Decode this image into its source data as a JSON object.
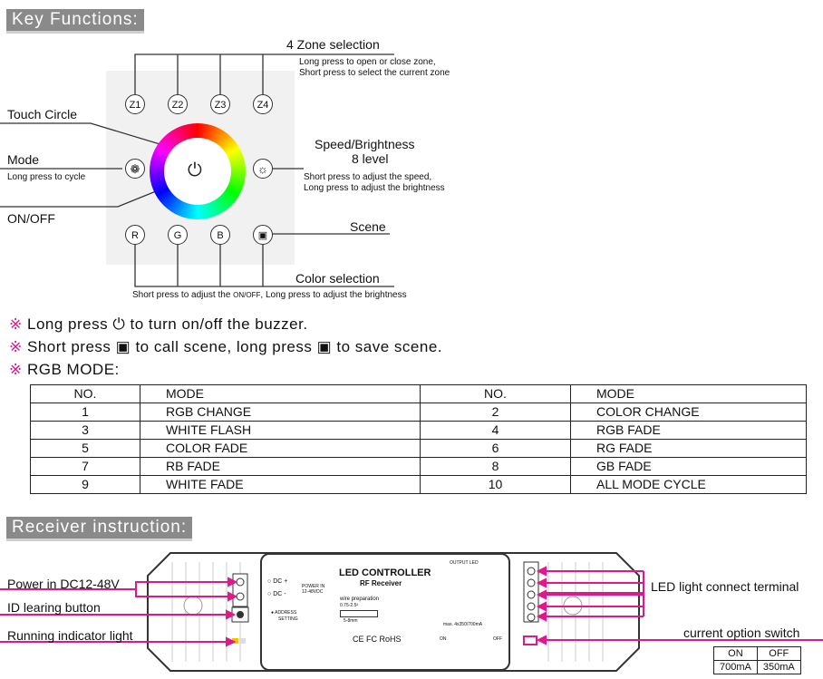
{
  "section1": {
    "title": "Key Functions:"
  },
  "labels": {
    "zone_title": "4 Zone selection",
    "zone_desc1": "Long press to open or close zone,",
    "zone_desc2": "Short press to select the current zone",
    "touch_circle": "Touch Circle",
    "mode": "Mode",
    "mode_desc": "Long press to cycle",
    "on_off": "ON/OFF",
    "speed_title1": "Speed/Brightness",
    "speed_title2": "8 level",
    "speed_desc1": "Short press to adjust the speed,",
    "speed_desc2": "Long press to adjust the brightness",
    "scene": "Scene",
    "color_title": "Color selection",
    "color_desc_a": "Short press to adjust the ",
    "color_desc_b": "ON/OFF",
    "color_desc_c": ", Long press to adjust the brightness"
  },
  "buttons": {
    "z1": "Z1",
    "z2": "Z2",
    "z3": "Z3",
    "z4": "Z4",
    "r": "R",
    "g": "G",
    "b": "B"
  },
  "notes": {
    "mark": "※",
    "n1_a": "Long press",
    "n1_b": "to turn on/off the buzzer.",
    "n2_a": "Short press",
    "n2_b": "to call scene, long press",
    "n2_c": "to save scene.",
    "n3": "RGB MODE:"
  },
  "table": {
    "headers": [
      "NO.",
      "MODE",
      "NO.",
      "MODE"
    ],
    "rows": [
      [
        "1",
        "RGB CHANGE",
        "2",
        "COLOR CHANGE"
      ],
      [
        "3",
        "WHITE FLASH",
        "4",
        "RGB FADE"
      ],
      [
        "5",
        "COLOR FADE",
        "6",
        "RG FADE"
      ],
      [
        "7",
        "RB FADE",
        "8",
        "GB FADE"
      ],
      [
        "9",
        "WHITE FADE",
        "10",
        "ALL MODE CYCLE"
      ]
    ]
  },
  "section2": {
    "title": "Receiver instruction:"
  },
  "receiver": {
    "power_in": "Power in DC12-48V",
    "id_learning": "ID learing button",
    "running": "Running indicator light",
    "led_terminal": "LED light connect terminal",
    "option_switch": "current option switch",
    "option_on": "ON",
    "option_off": "OFF",
    "option_on_val": "700mA",
    "option_off_val": "350mA",
    "device_title": "LED CONTROLLER",
    "device_sub": "RF Receiver",
    "dc_plus": "DC +",
    "dc_minus": "DC -",
    "power_in_small": "POWER IN",
    "power_v": "12-48VDC",
    "address": "ADDRESS",
    "setting": "SETTING",
    "wire_prep": "wire preparation",
    "wire_size": "0.75-2.5²",
    "wire_len": "5-8mm",
    "output_led": "OUTPUT LED",
    "max_spec": "max. 4x350/700mA",
    "cert": "CE FC RoHS",
    "sw_on": "ON",
    "sw_off": "OFF"
  },
  "colors": {
    "accent": "#e0188a",
    "header_bg": "#8a8a8a"
  }
}
